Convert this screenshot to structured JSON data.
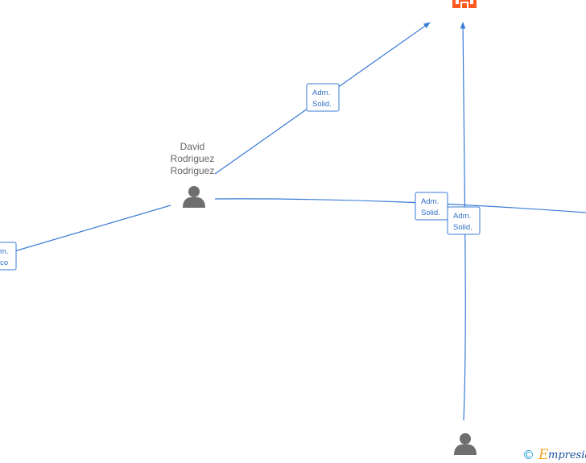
{
  "nodes": {
    "company": {
      "type": "company"
    },
    "david": {
      "type": "person",
      "name_lines": [
        "David",
        "Rodriguez",
        "Rodriguez"
      ]
    },
    "bottom_person": {
      "type": "person"
    }
  },
  "edges": {
    "david_company": {
      "label_lines": [
        "Adm.",
        "Solid."
      ]
    },
    "david_right": {
      "label_lines": [
        "Adm.",
        "Solid."
      ]
    },
    "bottom_company": {
      "label_lines": [
        "Adm.",
        "Solid."
      ]
    },
    "left_partial": {
      "label_lines": [
        "m.",
        "ico"
      ]
    }
  },
  "brand": {
    "copyright": "©",
    "initial": "E",
    "name": "mpresia"
  },
  "colors": {
    "edge": "#3a7bd5",
    "company": "#ff5a1f",
    "person": "#6e6e6e"
  }
}
